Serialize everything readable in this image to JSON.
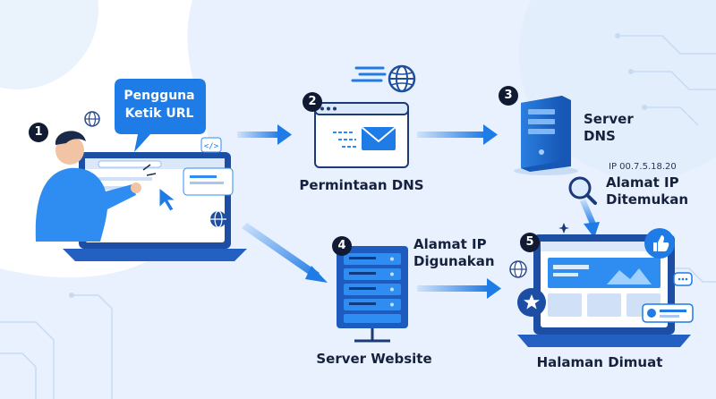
{
  "steps": [
    {
      "number": "1",
      "label_line1": "Pengguna",
      "label_line2": "Ketik URL"
    },
    {
      "number": "2",
      "label": "Permintaan DNS"
    },
    {
      "number": "3",
      "label_line1": "Server",
      "label_line2": "DNS"
    },
    {
      "number": "4",
      "label": "Server Website"
    },
    {
      "number": "5",
      "label": "Halaman Dimuat"
    }
  ],
  "annotations": {
    "ip_value": "IP 00.7.5.18.20",
    "ip_found_line1": "Alamat IP",
    "ip_found_line2": "Ditemukan",
    "ip_used_line1": "Alamat IP",
    "ip_used_line2": "Digunakan"
  },
  "colors": {
    "primary": "#1f7be6",
    "dark_badge": "#101a33",
    "background_tint": "#e8f1fd",
    "arrow": "#2b86ec"
  },
  "icons": [
    "globe-icon",
    "envelope-icon",
    "magnifier-icon",
    "like-icon",
    "star-icon",
    "code-icon",
    "chat-icon"
  ]
}
